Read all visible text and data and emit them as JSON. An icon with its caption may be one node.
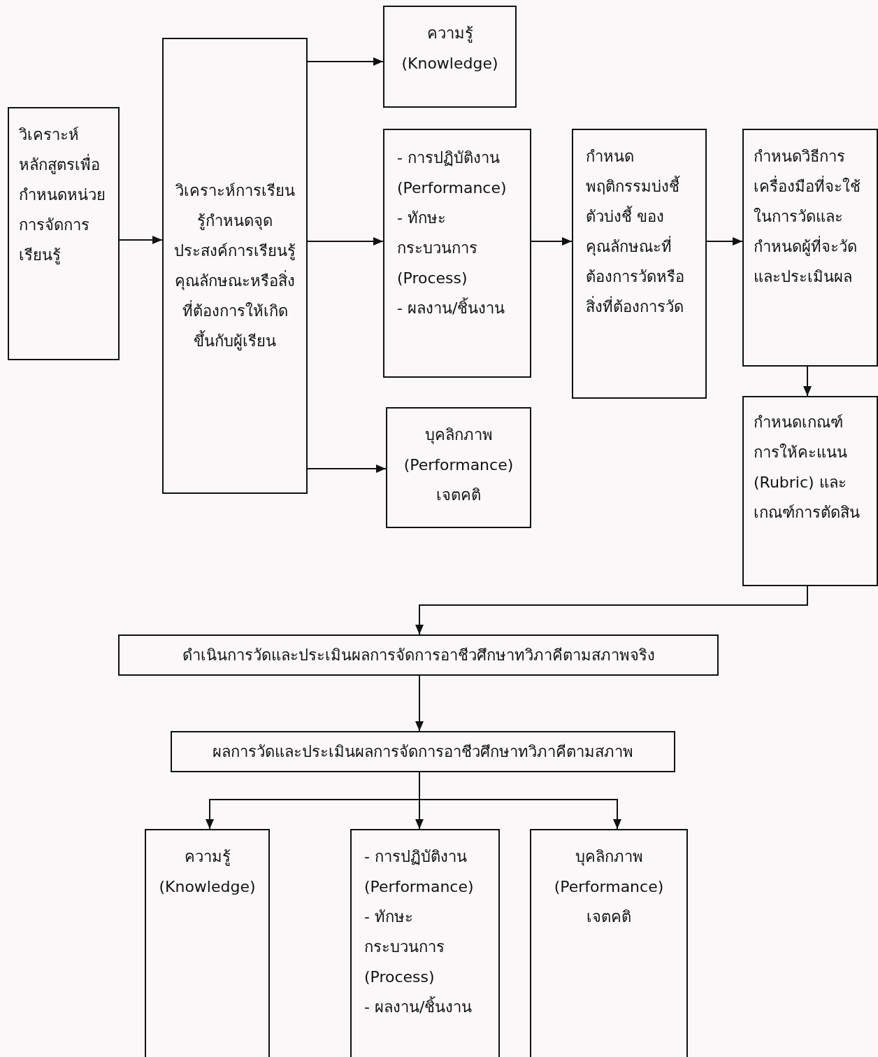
{
  "diagram": {
    "nodes": [
      {
        "text": [
          "วิเคราะห์หลักสูตรเพื่อกำหนดหน่วยการจัดการเรียนรู้"
        ]
      },
      {
        "text": [
          "วิเคราะห์การเรียนรู้กำหนดจุดประสงค์การเรียนรู้ คุณลักษณะหรือสิ่งที่ต้องการให้เกิดขึ้นกับผู้เรียน"
        ]
      },
      {
        "text": [
          "ความรู้ (Knowledge)"
        ]
      },
      {
        "text": [
          "- การปฏิบัติงาน (Performance)",
          "- ทักษะกระบวนการ (Process)",
          "- ผลงาน/ชิ้นงาน"
        ]
      },
      {
        "text": [
          "บุคลิกภาพ (Performance) เจตคติ"
        ]
      },
      {
        "text": [
          "กำหนดพฤติกรรมบ่งชี้ ตัวบ่งชี้ ของคุณลักษณะที่ต้องการวัดหรือสิ่งที่ต้องการวัด"
        ]
      },
      {
        "text": [
          "กำหนดวิธีการเครื่องมือที่จะใช้ในการวัดและกำหนดผู้ที่จะวัดและประเมินผล"
        ]
      },
      {
        "text": [
          "กำหนดเกณฑ์การให้คะแนน (Rubric) และเกณฑ์การตัดสิน"
        ]
      },
      {
        "text": [
          "ดำเนินการวัดและประเมินผลการจัดการอาชีวศึกษาทวิภาคีตามสภาพจริง"
        ]
      },
      {
        "text": [
          "ผลการวัดและประเมินผลการจัดการอาชีวศึกษาทวิภาคีตามสภาพ"
        ]
      },
      {
        "text": [
          "ความรู้ (Knowledge)"
        ]
      },
      {
        "text": [
          "- การปฏิบัติงาน (Performance)",
          "- ทักษะกระบวนการ (Process)",
          "- ผลงาน/ชิ้นงาน"
        ]
      },
      {
        "text": [
          "บุคลิกภาพ (Performance) เจตคติ"
        ]
      }
    ],
    "edges": [
      {
        "from": 0,
        "to": 1,
        "arrow": "to"
      },
      {
        "from": 1,
        "to": 2,
        "arrow": "to"
      },
      {
        "from": 1,
        "to": 3,
        "arrow": "to"
      },
      {
        "from": 1,
        "to": 4,
        "arrow": "to"
      },
      {
        "from": 3,
        "to": 5,
        "arrow": "to"
      },
      {
        "from": 5,
        "to": 6,
        "arrow": "to"
      },
      {
        "from": 6,
        "to": 7,
        "arrow": "to"
      },
      {
        "from": 7,
        "to": 8,
        "arrow": "to"
      },
      {
        "from": 8,
        "to": 9,
        "arrow": "to"
      },
      {
        "from": 9,
        "to": 10,
        "arrow": "to"
      },
      {
        "from": 9,
        "to": 11,
        "arrow": "to"
      },
      {
        "from": 9,
        "to": 12,
        "arrow": "to"
      }
    ]
  }
}
